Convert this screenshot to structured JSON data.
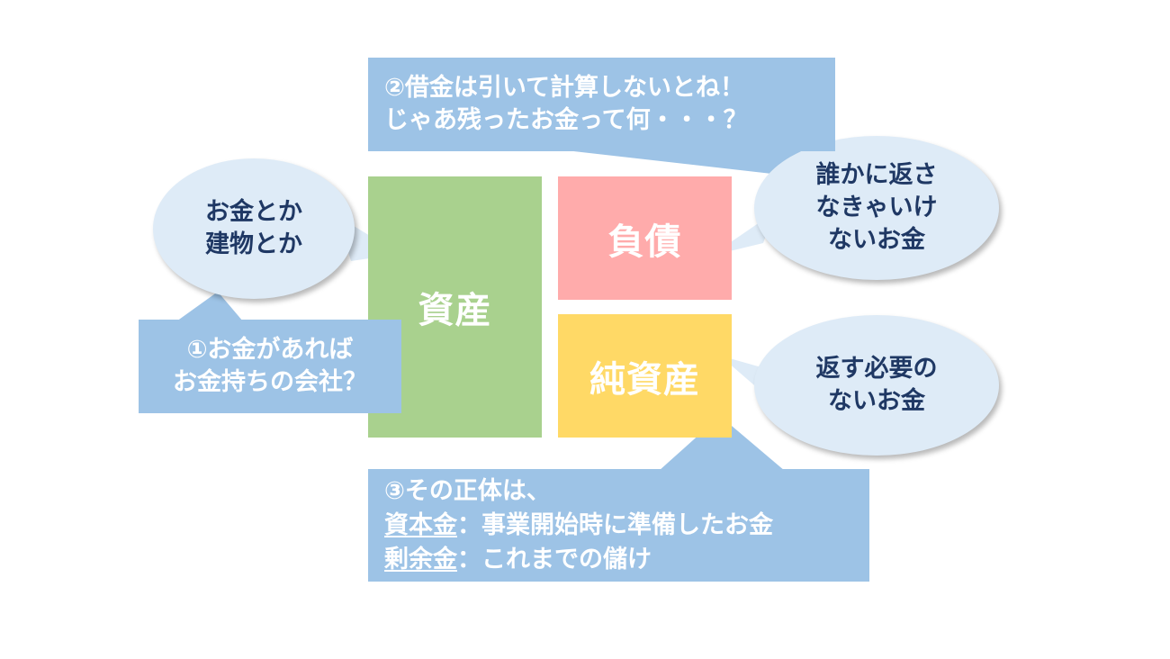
{
  "blocks": {
    "asset": "資産",
    "liability": "負債",
    "equity": "純資産"
  },
  "bubbles": {
    "asset_note": [
      "お金とか",
      "建物とか"
    ],
    "liability_note": [
      "誰かに返さ",
      "なきゃいけ",
      "ないお金"
    ],
    "equity_note": [
      "返す必要の",
      "ないお金"
    ]
  },
  "notes": {
    "note1": [
      "①お金があれば",
      "お金持ちの会社？"
    ],
    "note2": [
      "②借金は引いて計算しないとね！",
      "じゃあ残ったお金って何・・・？"
    ],
    "note3": {
      "intro": "③その正体は、",
      "items": [
        {
          "term": "資本金",
          "desc": "：事業開始時に準備したお金"
        },
        {
          "term": "剰余金",
          "desc": "：これまでの儲け"
        }
      ]
    }
  },
  "colors": {
    "asset": "#a9d18e",
    "liability": "#ffabab",
    "equity": "#ffd966",
    "note": "#9dc3e6",
    "bubble": "#deebf7",
    "bubble_text": "#1f3864"
  }
}
